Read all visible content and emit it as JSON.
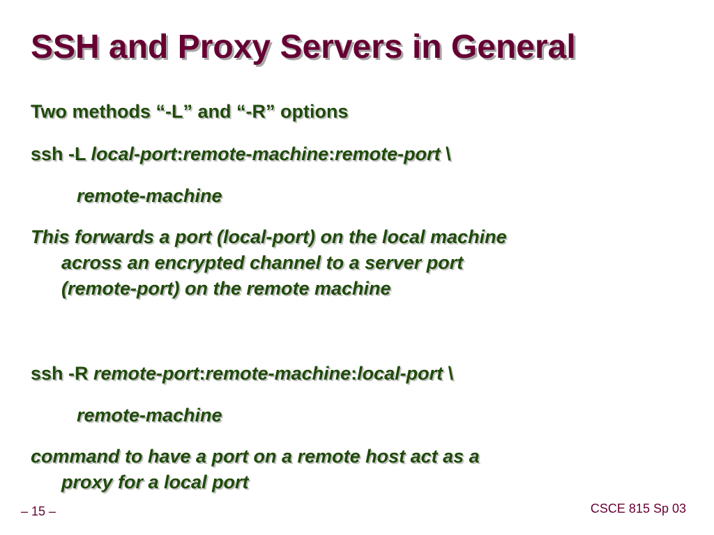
{
  "slide": {
    "title": "SSH and Proxy Servers in General",
    "line1": "Two methods “-L” and “-R” options",
    "cmd_l": {
      "prefix": "ssh -L ",
      "arg1": "local-port",
      "sep1": ":",
      "arg2": "remote-machine",
      "sep2": ":",
      "arg3": "remote-port",
      "cont": " \\"
    },
    "cmd_l_host": "remote-machine",
    "desc_l": {
      "line1": "This forwards a port (local-port) on the local machine",
      "line2": "across an encrypted channel to a server port",
      "line3": "(remote-port) on the remote machine"
    },
    "cmd_r": {
      "prefix": "ssh -R ",
      "arg1": "remote-port",
      "sep1": ":",
      "arg2": "remote-machine",
      "sep2": ":",
      "arg3": "local-port",
      "cont": " \\"
    },
    "cmd_r_host": "remote-machine",
    "desc_r": {
      "line1": "command to have a port on a remote host act as a",
      "line2": "proxy for a local port"
    }
  },
  "footer": {
    "page": "– 15 –",
    "course": "CSCE 815 Sp 03"
  },
  "colors": {
    "title": "#660033",
    "body": "#1f4a0a",
    "shadow": "#c2c2c2"
  }
}
